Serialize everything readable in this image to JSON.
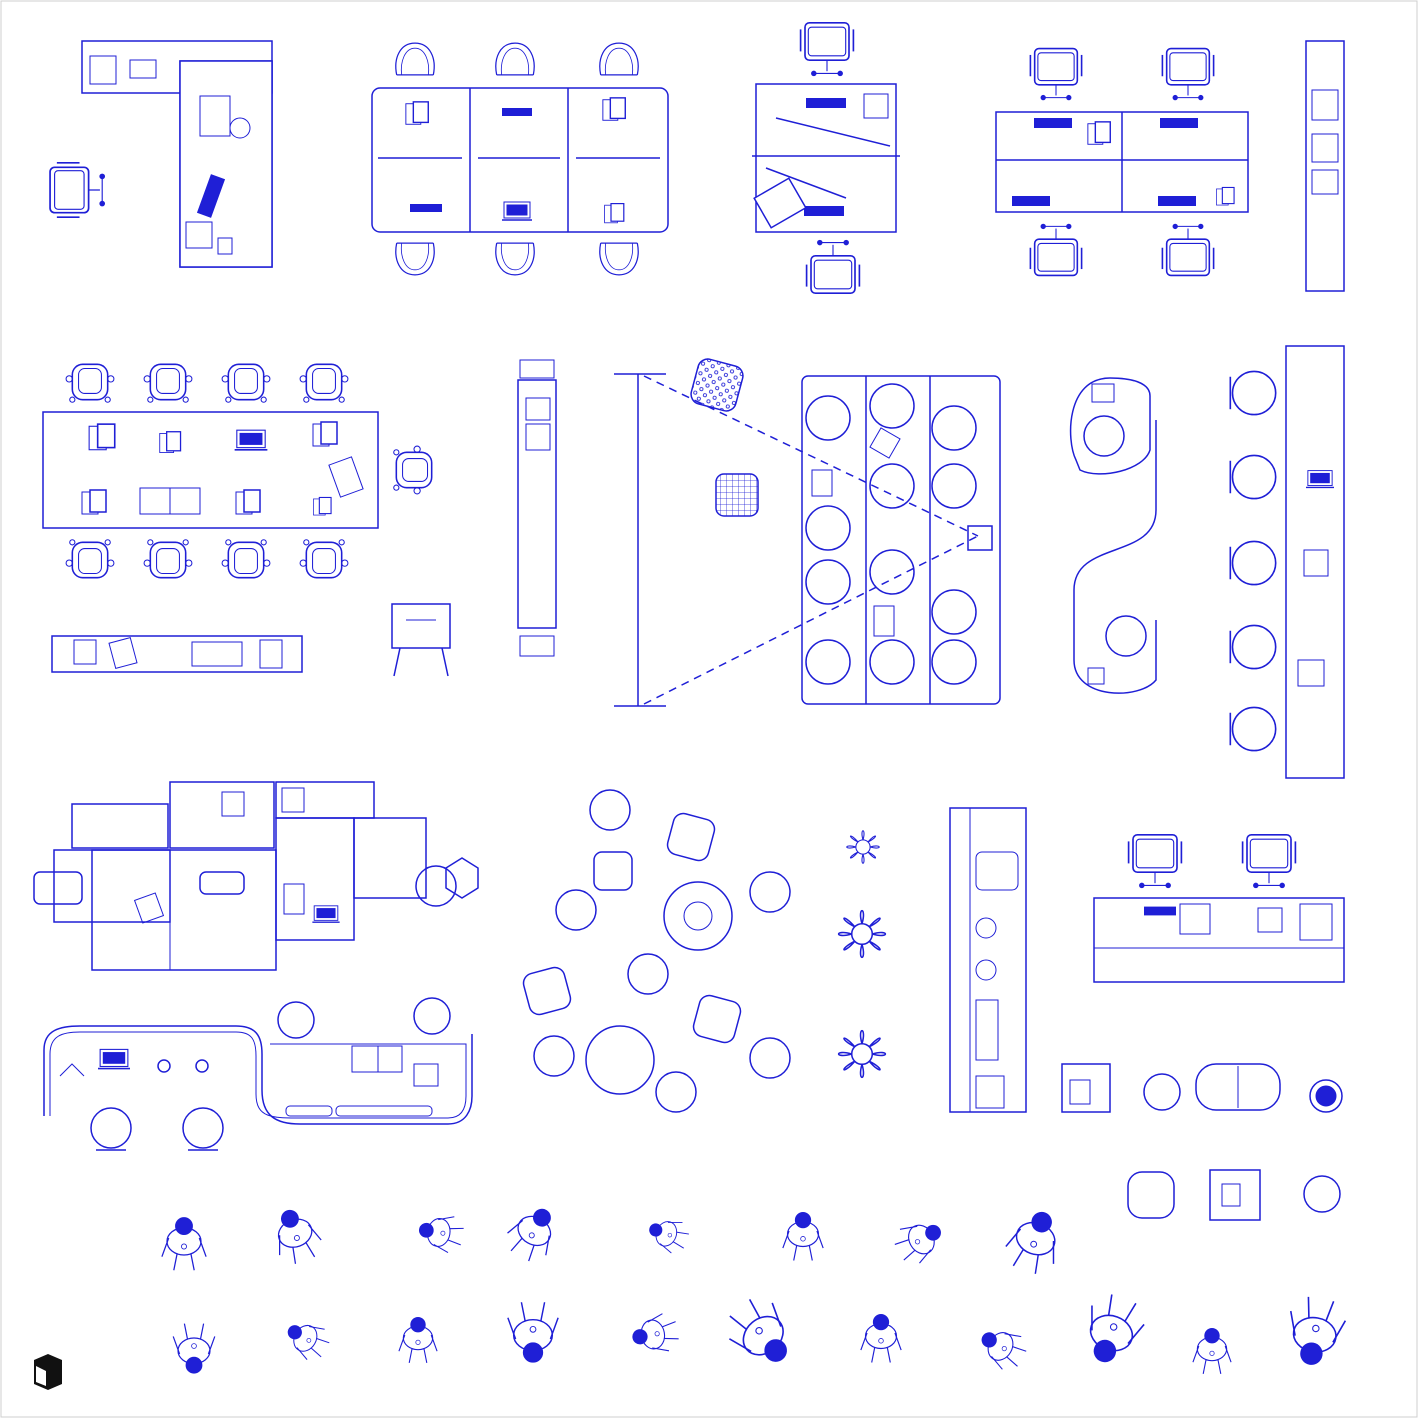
{
  "canvas": {
    "background": "#ffffff",
    "stroke": "#1f1fd6",
    "frame": "#cfcfcf"
  },
  "logo": {
    "name": "brand-cube-icon"
  },
  "icons": {
    "desk_chair": "office-chair-icon",
    "armchair": "armchair-icon",
    "laptop": "laptop-icon",
    "keyboard": "keyboard-icon",
    "plant": "potted-plant-icon",
    "person": "person-topview-icon",
    "stool": "round-stool-icon",
    "easel": "whiteboard-easel-icon"
  },
  "groups": [
    "l-shaped-desk",
    "benching-desk-6",
    "two-person-desk",
    "quad-workstation",
    "narrow-console",
    "conference-table-8",
    "storage-rack",
    "projector-screen",
    "seating-grid",
    "s-shaped-bench",
    "counter-with-stools",
    "cubicle-cluster",
    "scattered-poufs",
    "potted-plants",
    "bookshelf",
    "reception-desk",
    "lounge-desk",
    "side-tables",
    "people-topview"
  ]
}
